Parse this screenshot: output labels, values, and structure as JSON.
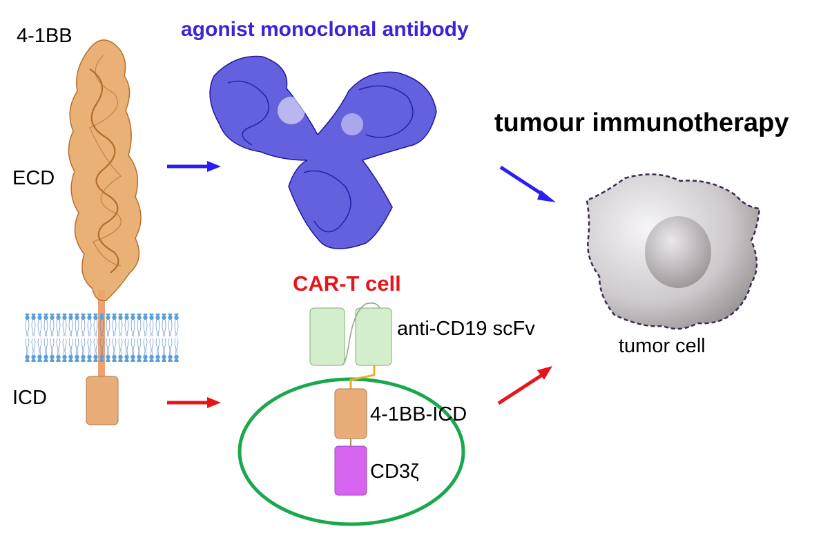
{
  "labels": {
    "receptor": "4-1BB",
    "ecd": "ECD",
    "icd": "ICD",
    "antibody": "agonist monoclonal antibody",
    "therapy": "tumour immunotherapy",
    "car_t": "CAR-T cell",
    "scfv": "anti-CD19 scFv",
    "bb_icd": "4-1BB-ICD",
    "cd3z": "CD3ζ",
    "tumor": "tumor cell"
  },
  "colors": {
    "antibody_text": "#3a23d8",
    "car_t_text": "#e8141a",
    "blue_arrow": "#2a1ff0",
    "red_arrow": "#e8141a",
    "protein": "#e8a868",
    "antibody": "#3d3ad6",
    "scfv": "#d3eecb",
    "icd_domain": "#e8ad78",
    "cd3z_domain": "#d764ee",
    "car_ring": "#1aa84c",
    "membrane_head": "#5a9fd8",
    "tumor_border": "#3c2a50"
  }
}
